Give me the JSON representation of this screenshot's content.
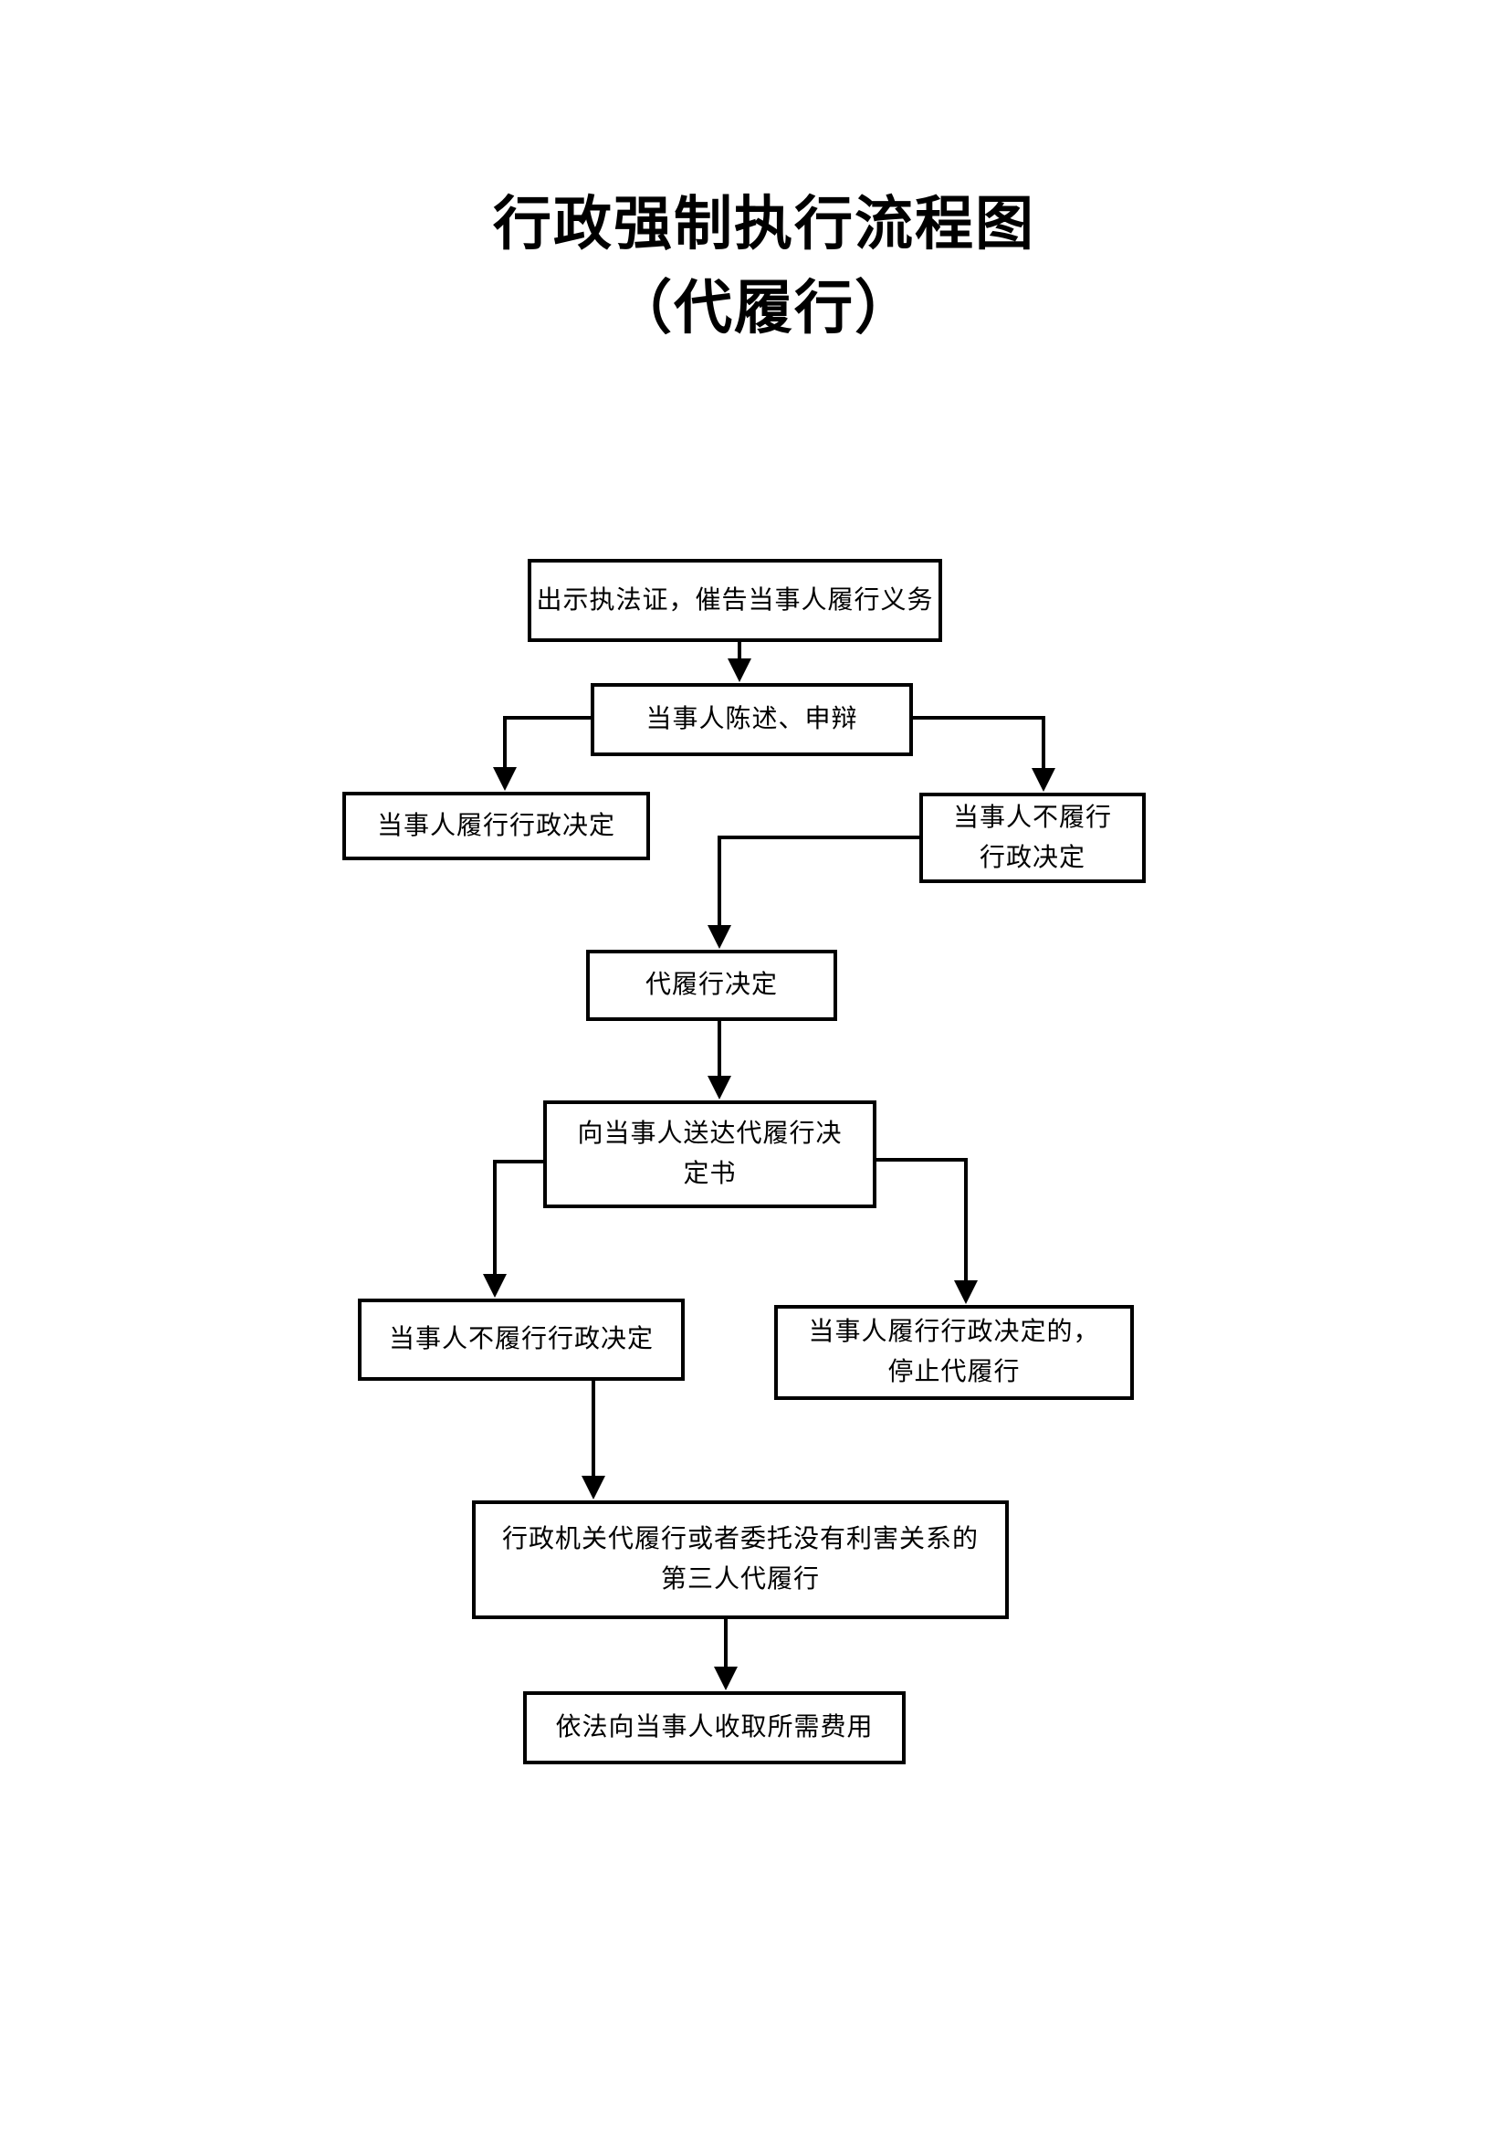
{
  "title": {
    "line1": "行政强制执行流程图",
    "line2": "（代履行）"
  },
  "flowchart": {
    "boxes": [
      {
        "id": "urge-performance",
        "label": "出示执法证，催告当事人履行义务"
      },
      {
        "id": "statement-defense",
        "label": "当事人陈述、申辩"
      },
      {
        "id": "party-performs",
        "label": "当事人履行行政决定"
      },
      {
        "id": "party-not-performs",
        "label": "当事人不履行\n行政决定"
      },
      {
        "id": "substitute-decision",
        "label": "代履行决定"
      },
      {
        "id": "serve-decision-letter",
        "label": "向当事人送达代履行决\n定书"
      },
      {
        "id": "party-not-performs-2",
        "label": "当事人不履行行政决定"
      },
      {
        "id": "performs-stop",
        "label": "当事人履行行政决定的，\n停止代履行"
      },
      {
        "id": "agency-performs",
        "label": "行政机关代履行或者委托没有利害关系的\n第三人代履行"
      },
      {
        "id": "collect-fees",
        "label": "依法向当事人收取所需费用"
      }
    ]
  },
  "colors": {
    "line": "#000000",
    "text": "#000000",
    "page_background": "#ffffff"
  }
}
